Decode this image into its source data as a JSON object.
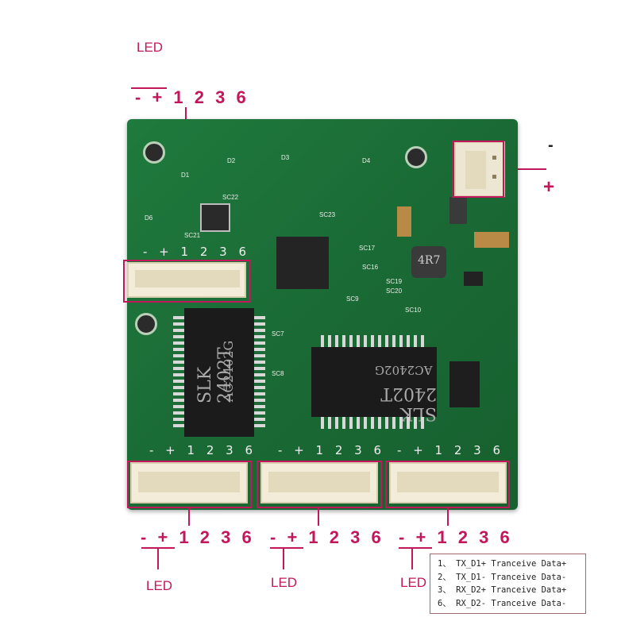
{
  "callouts": {
    "top_left": {
      "led": "LED",
      "pins": "- + 1 2 3 6"
    },
    "top_right": {
      "minus": "-",
      "plus": "+"
    },
    "bottom_left": {
      "led": "LED",
      "pins": "- + 1 2 3 6"
    },
    "bottom_mid": {
      "led": "LED",
      "pins": "- + 1 2 3 6"
    },
    "bottom_right": {
      "led": "LED",
      "pins": "- + 1 2 3 6"
    }
  },
  "legend": {
    "lines": [
      "1、 TX_D1+ Tranceive Data+",
      "2、 TX_D1- Tranceive Data-",
      "3、 RX_D2+ Tranceive Data+",
      "6、 RX_D2- Tranceive Data-"
    ]
  },
  "board": {
    "chip_a_line1": "SLK 2402T",
    "chip_a_line2": "AC2402G",
    "chip_b_line1": "SLK 2402T",
    "chip_b_line2": "AC2402G",
    "inductor": "4R7",
    "pin_rows": [
      "- + 1 2 3 6",
      "- + 1 2 3 6",
      "- + 1 2 3 6",
      "- + 1 2 3 6"
    ],
    "silk_labels": [
      "SC22",
      "SC23",
      "SC17",
      "SC16",
      "SC19",
      "SC20",
      "SC7",
      "SC8",
      "SC10",
      "SC9",
      "SC21",
      "D1",
      "D2",
      "D3",
      "D4",
      "D6"
    ]
  },
  "colors": {
    "callout": "#c2185b",
    "board": "#1f7a3d",
    "connector": "#f3ecd8"
  }
}
